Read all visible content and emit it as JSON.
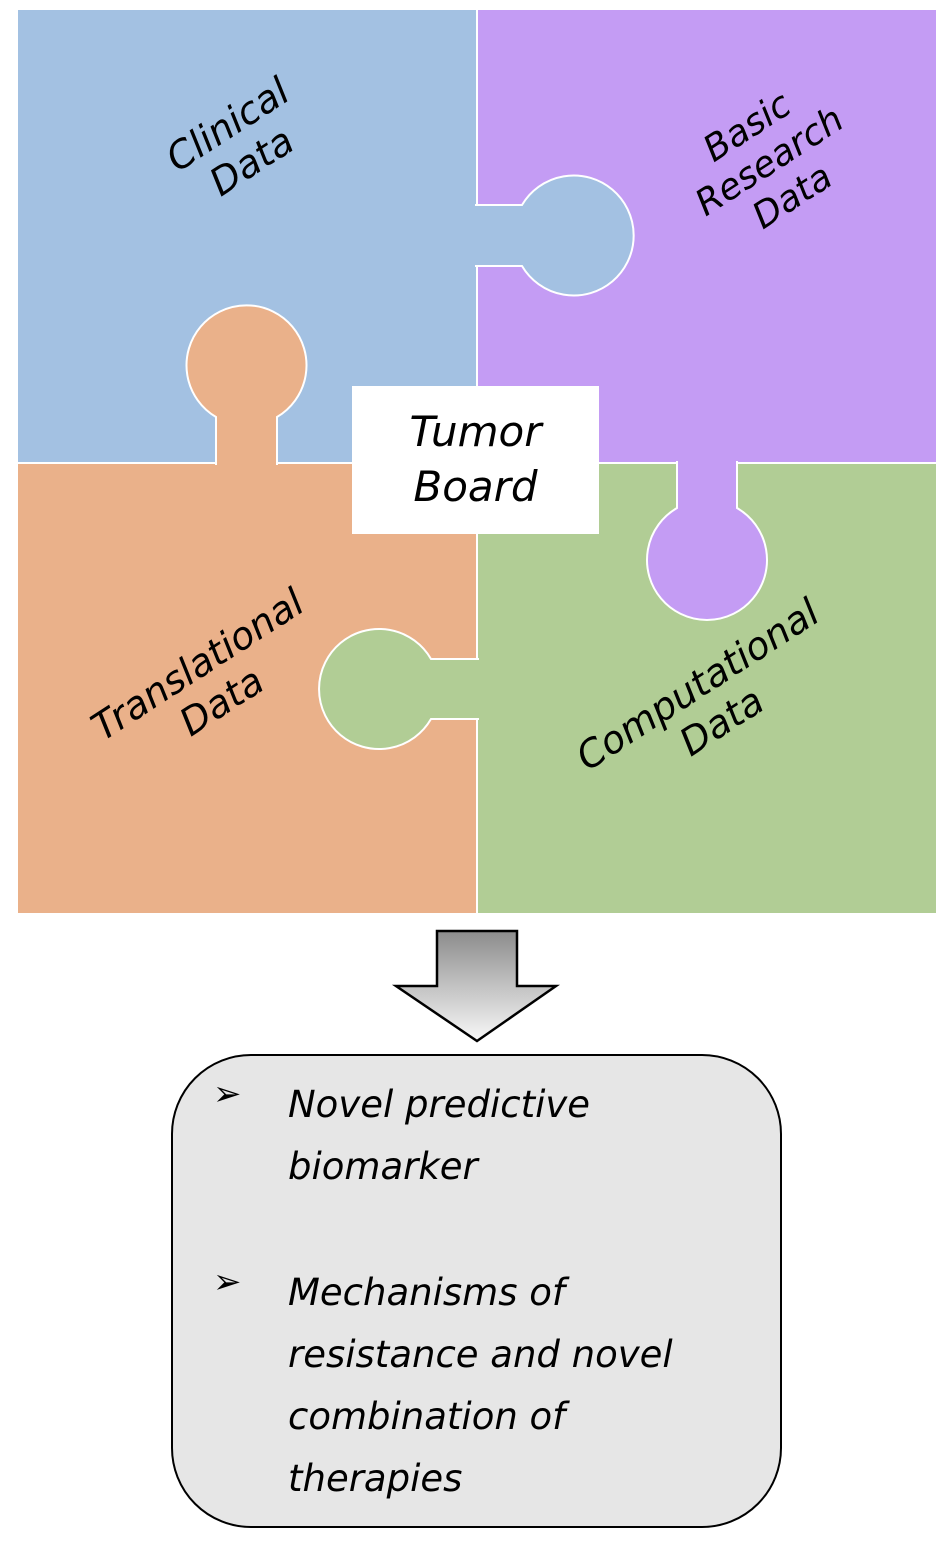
{
  "puzzle": {
    "pieces": [
      {
        "id": "clinical",
        "lines": [
          "Clinical",
          "Data"
        ],
        "color": "#a3c1e2"
      },
      {
        "id": "basic",
        "lines": [
          "Basic",
          "Research",
          "Data"
        ],
        "color": "#c49cf4"
      },
      {
        "id": "translational",
        "lines": [
          "Translational",
          "Data"
        ],
        "color": "#eab18a"
      },
      {
        "id": "computational",
        "lines": [
          "Computational",
          "Data"
        ],
        "color": "#b1cd95"
      }
    ],
    "center": {
      "line1": "Tumor",
      "line2": "Board"
    }
  },
  "arrow": {
    "icon": "down-arrow-icon"
  },
  "outcomes": {
    "bullet_icon": "➢",
    "items": [
      {
        "text": "Novel predictive\nbiomarker"
      },
      {
        "text": "Mechanisms of\nresistance and novel\ncombination of\ntherapies"
      }
    ],
    "box_color": "#e6e6e6"
  }
}
